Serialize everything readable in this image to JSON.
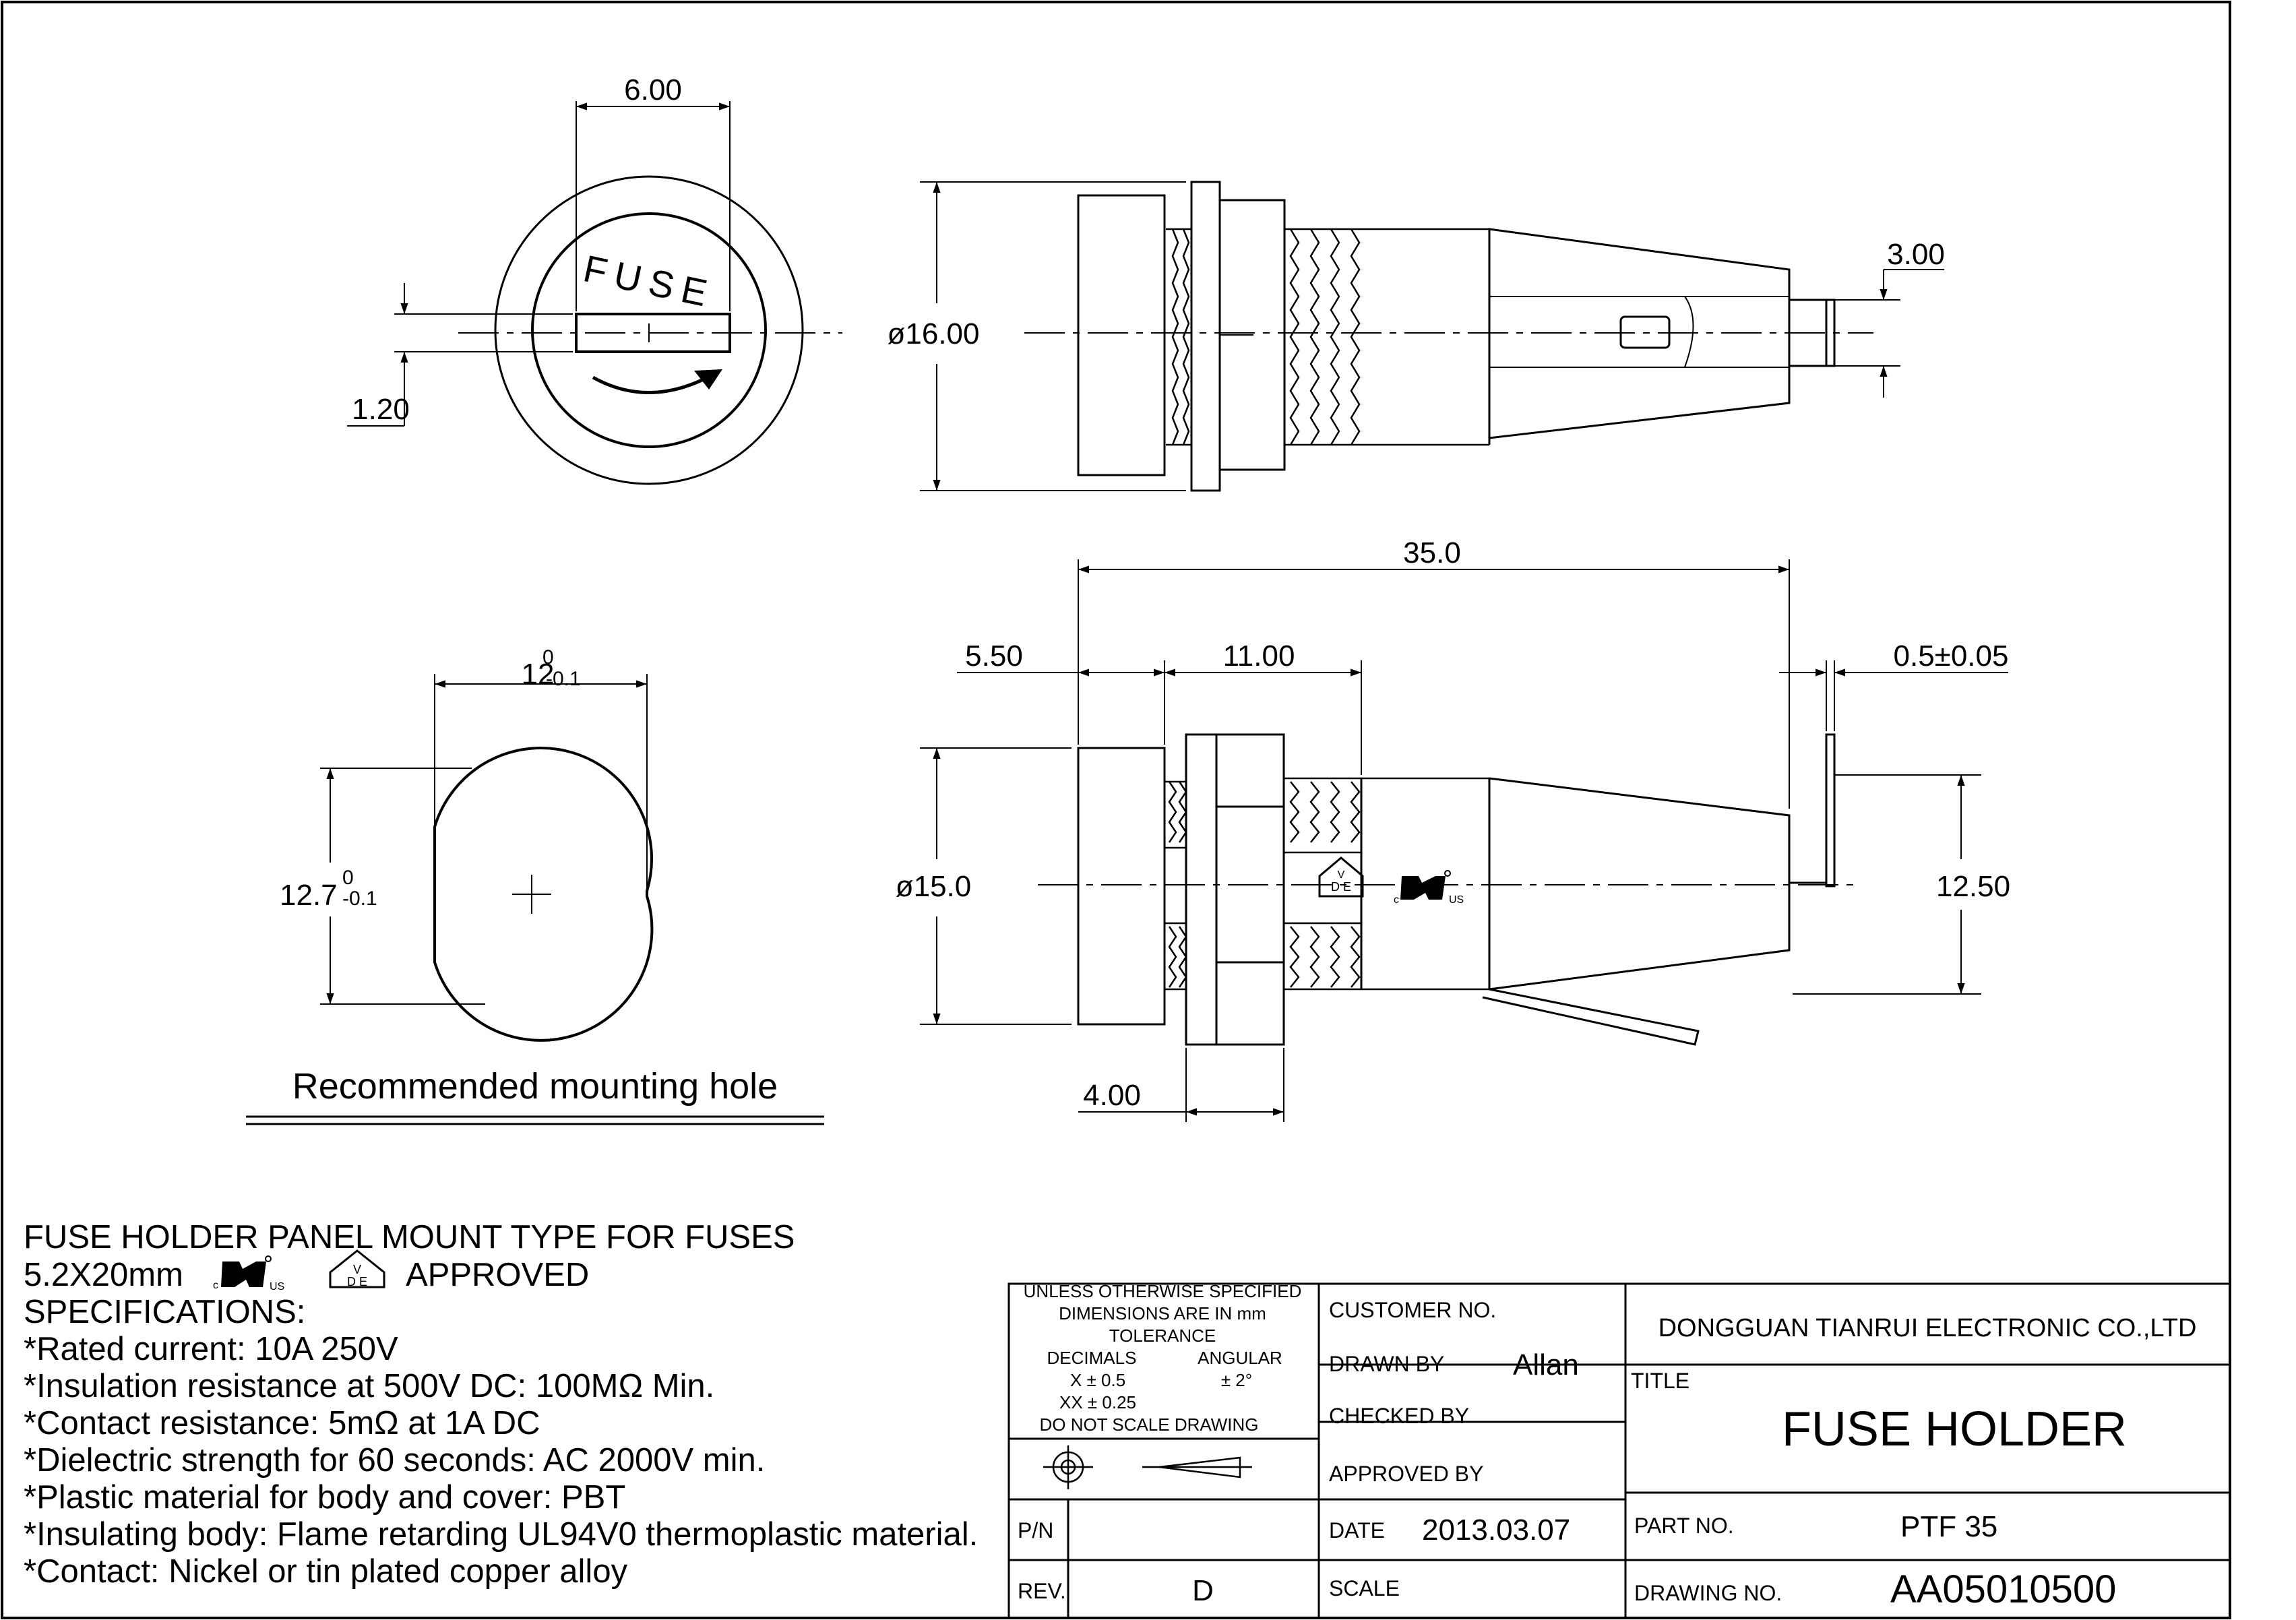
{
  "dimensions": {
    "front_width": "6.00",
    "front_slot": "1.20",
    "side_diameter": "ø16.00",
    "side_terminal": "3.00",
    "overall_length": "35.0",
    "cap_length": "5.50",
    "thread_length": "11.00",
    "terminal_thickness": "0.5±0.05",
    "body_diameter": "ø15.0",
    "terminal_height": "12.50",
    "nut_width": "4.00",
    "hole_width": "12",
    "hole_width_upper_tol": "0",
    "hole_width_lower_tol": "-0.1",
    "hole_height": "12.7",
    "hole_height_upper_tol": "0",
    "hole_height_lower_tol": "-0.1"
  },
  "front_view": {
    "cap_text": "FUSE"
  },
  "mounting_hole_caption": "Recommended mounting hole",
  "marks": {
    "ul_c": "c",
    "ul_us": "US",
    "vde_v": "V",
    "vde_de": "D E"
  },
  "specs": {
    "heading": "FUSE HOLDER PANEL MOUNT TYPE FOR FUSES",
    "size": "5.2X20mm",
    "approved": "APPROVED",
    "specs_heading": "SPECIFICATIONS:",
    "lines": [
      "*Rated current: 10A 250V",
      "*Insulation resistance at 500V DC: 100MΩ Min.",
      "*Contact resistance: 5mΩ at 1A DC",
      "*Dielectric strength for 60 seconds: AC 2000V min.",
      "*Plastic material for body and cover: PBT",
      "*Insulating body: Flame retarding UL94V0 thermoplastic material.",
      "*Contact: Nickel or tin plated copper alloy"
    ]
  },
  "title_block": {
    "tolerance_lines": [
      "UNLESS OTHERWISE SPECIFIED",
      "DIMENSIONS ARE IN mm",
      "TOLERANCE"
    ],
    "decimals_label": "DECIMALS",
    "angular_label": "ANGULAR",
    "x_tol": "X  ±  0.5",
    "xx_tol": "XX  ±  0.25",
    "angular_tol": "±  2°",
    "no_scale": "DO NOT SCALE DRAWING",
    "pn_label": "P/N",
    "rev_label": "REV.",
    "rev_value": "D",
    "customer_no_label": "CUSTOMER NO.",
    "drawn_by_label": "DRAWN BY",
    "drawn_by_value": "Allan",
    "checked_by_label": "CHECKED BY",
    "approved_by_label": "APPROVED BY",
    "date_label": "DATE",
    "date_value": "2013.03.07",
    "scale_label": "SCALE",
    "company": "DONGGUAN TIANRUI ELECTRONIC CO.,LTD",
    "title_label": "TITLE",
    "title_value": "FUSE HOLDER",
    "part_no_label": "PART NO.",
    "part_no_value": "PTF 35",
    "drawing_no_label": "DRAWING NO.",
    "drawing_no_value": "AA05010500"
  }
}
